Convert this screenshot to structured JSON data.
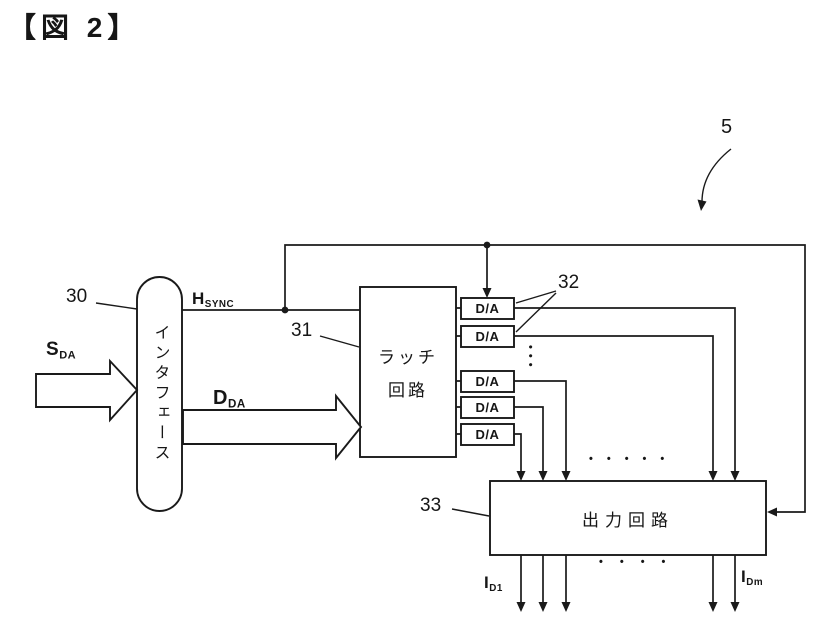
{
  "figure": {
    "title": "【図 2】"
  },
  "refs": {
    "r5": "5",
    "r30": "30",
    "r31": "31",
    "r32": "32",
    "r33": "33"
  },
  "blocks": {
    "interface_label": "インタフェース",
    "latch_line1": "ラッチ",
    "latch_line2": "回路",
    "da_label": "D/A",
    "output_label": "出力回路"
  },
  "signals": {
    "sda_main": "S",
    "sda_sub": "DA",
    "hsync_main": "H",
    "hsync_sub": "SYNC",
    "dda_main": "D",
    "dda_sub": "DA",
    "id1_main": "I",
    "id1_sub": "D1",
    "idm_main": "I",
    "idm_sub": "Dm"
  },
  "dots": {
    "da_column": "•••",
    "pre_output": "•••••",
    "post_output": "••••"
  },
  "colors": {
    "line": "#1a1a1a",
    "background": "#ffffff"
  }
}
